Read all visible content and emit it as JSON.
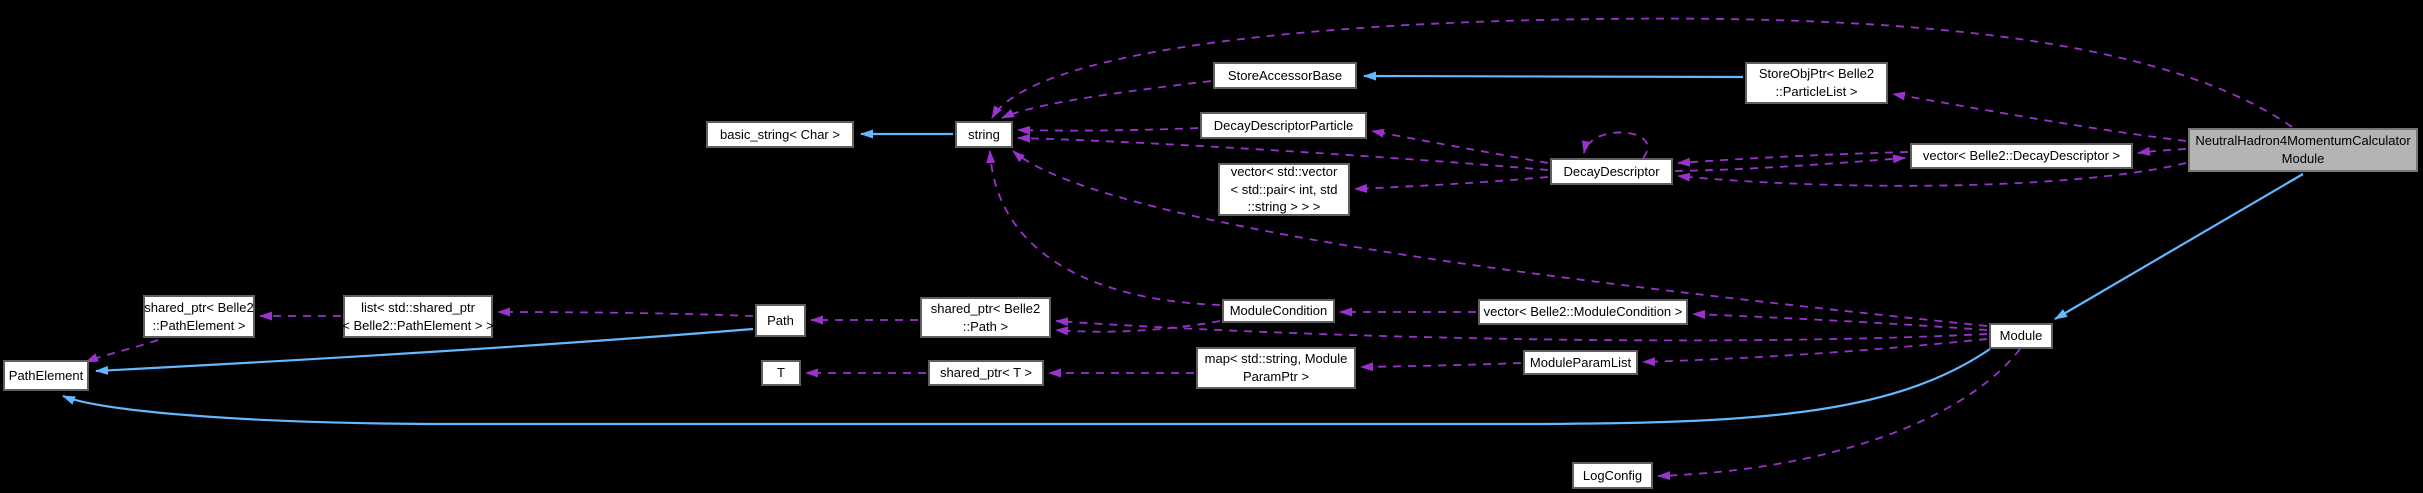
{
  "diagram": {
    "kind": "collaboration-graph",
    "colors": {
      "background": "#000000",
      "node_fill": "#ffffff",
      "node_border": "#5f5f5f",
      "highlight_node_fill": "#b4b4b4",
      "inheritance_arrow": "#63b8ff",
      "usage_arrow": "#9a32cd"
    },
    "nodes": {
      "basicString": {
        "label": "basic_string< Char >"
      },
      "stringNode": {
        "label": "string"
      },
      "storeAccessorBase": {
        "label": "StoreAccessorBase"
      },
      "storeObjPtr": {
        "label": "StoreObjPtr< Belle2\n::ParticleList >"
      },
      "decayDescriptorParticle": {
        "label": "DecayDescriptorParticle"
      },
      "vectorPair": {
        "label": "vector< std::vector\n< std::pair< int, std\n::string > > >"
      },
      "decayDescriptor": {
        "label": "DecayDescriptor"
      },
      "vectorDecayDescriptor": {
        "label": "vector< Belle2::DecayDescriptor >"
      },
      "mainNode": {
        "label": "NeutralHadron4MomentumCalculator\nModule"
      },
      "sharedPtrPathElement": {
        "label": "shared_ptr< Belle2\n::PathElement >"
      },
      "listSharedPtr": {
        "label": "list< std::shared_ptr\n< Belle2::PathElement > >"
      },
      "pathNode": {
        "label": "Path"
      },
      "sharedPtrPath": {
        "label": "shared_ptr< Belle2\n::Path >"
      },
      "moduleCondition": {
        "label": "ModuleCondition"
      },
      "vectorModuleCondition": {
        "label": "vector< Belle2::ModuleCondition >"
      },
      "moduleNode": {
        "label": "Module"
      },
      "pathElement": {
        "label": "PathElement"
      },
      "tNode": {
        "label": "T"
      },
      "sharedPtrT": {
        "label": "shared_ptr< T >"
      },
      "mapParamPtr": {
        "label": "map< std::string, Module\nParamPtr >"
      },
      "moduleParamList": {
        "label": "ModuleParamList"
      },
      "logConfig": {
        "label": "LogConfig"
      }
    }
  }
}
